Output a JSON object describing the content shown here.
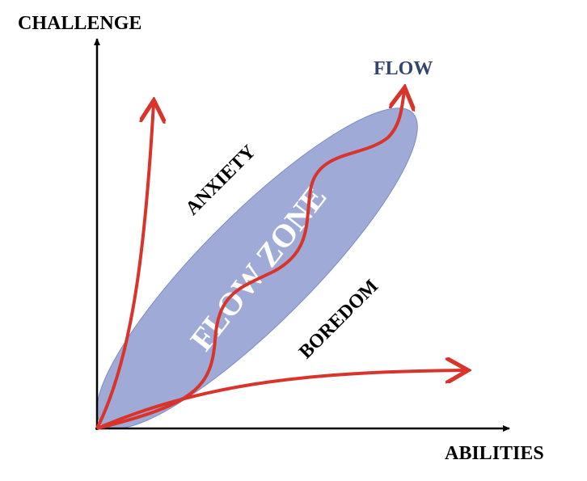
{
  "axes": {
    "y_label": "CHALLENGE",
    "x_label": "ABILITIES"
  },
  "regions": {
    "anxiety": "ANXIETY",
    "boredom": "BOREDOM",
    "flow_zone": "FLOW ZONE",
    "flow": "FLOW"
  },
  "colors": {
    "ellipse": "#8e9ccf",
    "curve": "#d9342b",
    "flow_label": "#34466e",
    "axis": "#000000"
  }
}
